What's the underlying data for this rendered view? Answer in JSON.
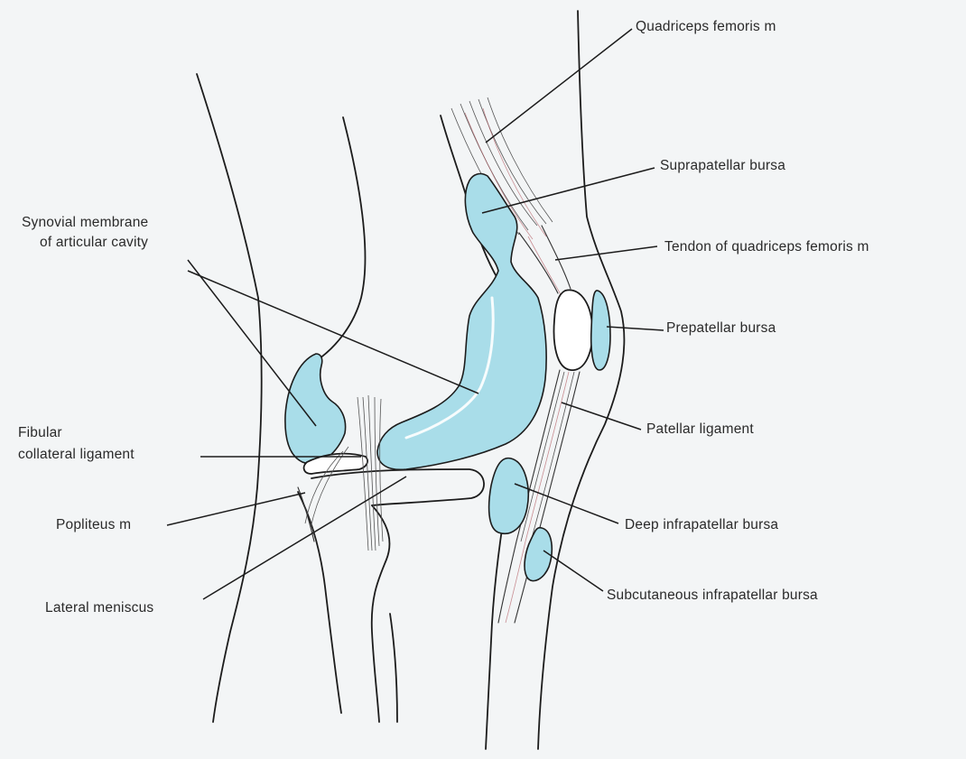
{
  "labels": {
    "quadriceps_femoris": "Quadriceps femoris m",
    "suprapatellar_bursa": "Suprapatellar bursa",
    "synovial_membrane_line1": "Synovial membrane",
    "synovial_membrane_line2": "of articular cavity",
    "tendon_quadriceps": "Tendon of quadriceps femoris m",
    "prepatellar_bursa": "Prepatellar bursa",
    "patellar_ligament": "Patellar ligament",
    "fibular_collateral_line1": "Fibular",
    "fibular_collateral_line2": "collateral ligament",
    "popliteus": "Popliteus m",
    "deep_infrapatellar_bursa": "Deep infrapatellar bursa",
    "lateral_meniscus": "Lateral meniscus",
    "subcutaneous_infrapatellar_bursa": "Subcutaneous infrapatellar bursa"
  },
  "colors": {
    "bursa_fill": "#a9dde9",
    "line": "#1c1c1c",
    "background": "#f3f5f6"
  }
}
